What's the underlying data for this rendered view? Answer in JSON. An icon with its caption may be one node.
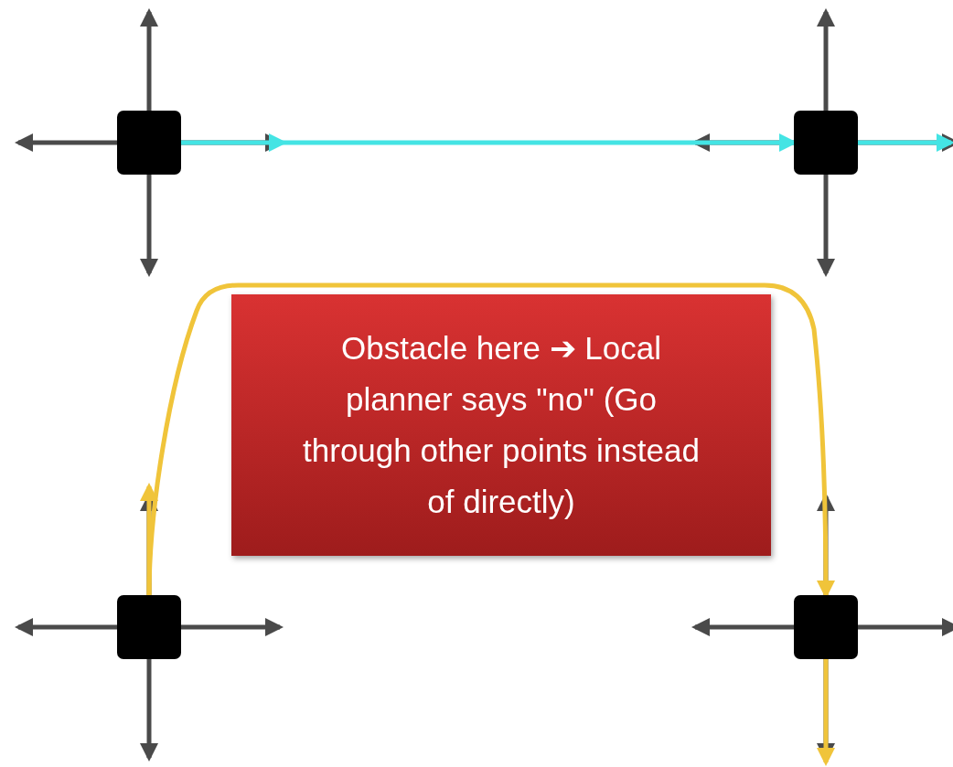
{
  "diagram": {
    "nodes": [
      {
        "text": [],
        "shape": "box"
      },
      {
        "text": [],
        "shape": "box"
      },
      {
        "text": [
          "Obstacle here ➔ Local planner says \"no\" (Go through other points instead of directly)"
        ]
      },
      {
        "text": [],
        "shape": "box"
      },
      {
        "text": [],
        "shape": "box"
      }
    ],
    "edges": [
      {
        "from": 0,
        "to": 1,
        "arrow": "to",
        "color": "#44e4e4"
      },
      {
        "from": 1,
        "to": null,
        "arrow": "to",
        "color": "#44e4e4"
      },
      {
        "from": 3,
        "to": 4,
        "arrow": "to",
        "color": "#f0c43a"
      },
      {
        "from": 3,
        "to": null,
        "arrow": "to",
        "color": "#f0c43a"
      },
      {
        "from": 4,
        "to": null,
        "arrow": "to",
        "color": "#f0c43a"
      }
    ]
  }
}
